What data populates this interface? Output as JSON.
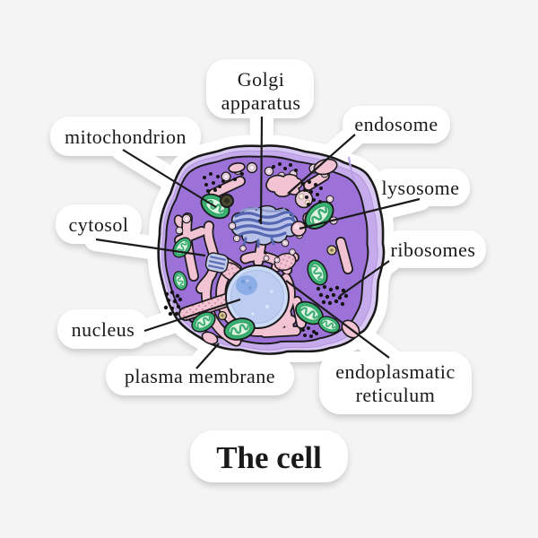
{
  "title": "The cell",
  "labels": {
    "mitochondrion": {
      "line1": "mitochondrion"
    },
    "golgi": {
      "line1": "Golgi",
      "line2": "apparatus"
    },
    "endosome": {
      "line1": "endosome"
    },
    "lysosome": {
      "line1": "lysosome"
    },
    "cytosol": {
      "line1": "cytosol"
    },
    "ribosomes": {
      "line1": "ribosomes"
    },
    "nucleus": {
      "line1": "nucleus"
    },
    "plasma_membrane": {
      "line1": "plasma membrane"
    },
    "endoplasmatic_reticulum": {
      "line1": "endoplasmatic",
      "line2": "reticulum"
    }
  },
  "colors": {
    "background": "#f4f4f5",
    "sticker": "#ffffff",
    "line": "#1a1a1a",
    "text": "#1a1a1a",
    "membrane_outer": "#d9c8f2",
    "membrane_mid": "#c5abeb",
    "cytoplasm": "#9c72d8",
    "nucleus_ring": "#cddaf5",
    "nucleus_fill": "#bccdf1",
    "nucleolus": "#8cade6",
    "mito_outer": "#38b173",
    "mito_inner": "#def5e1",
    "er_pink": "#f2c3d2",
    "er_stipple_dot": "#d08ca8",
    "golgi_base": "#b8c2e8",
    "golgi_stripe": "#5566b2",
    "vesicle": "#ecd5e3",
    "ribosome_dot": "#141414"
  }
}
